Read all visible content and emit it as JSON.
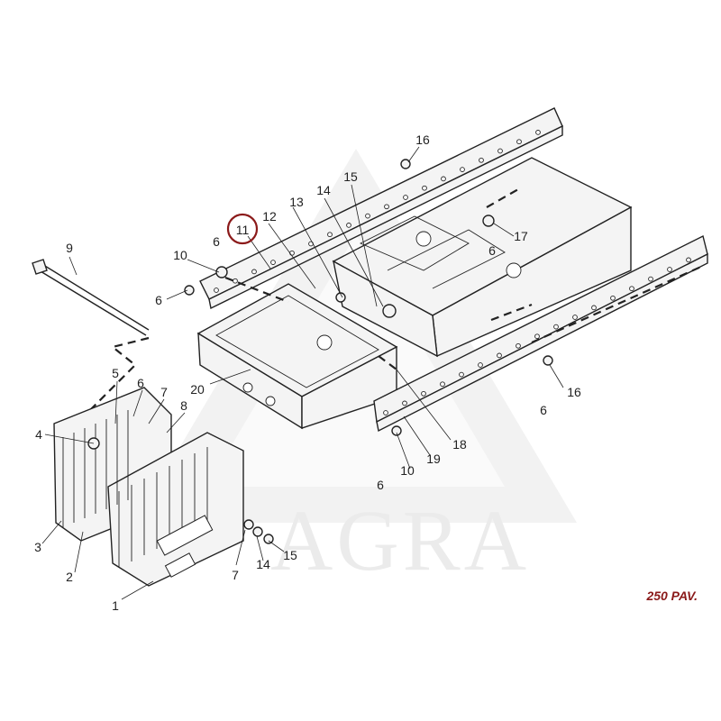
{
  "watermark": {
    "text": "AGRA",
    "logo": "agro-triangle-watermark"
  },
  "figure_ref": "250 PAV.",
  "highlight": {
    "part": "11",
    "color": "#8b1a1a"
  },
  "callouts": [
    "1",
    "2",
    "3",
    "4",
    "5",
    "6",
    "7",
    "8",
    "9",
    "10",
    "11",
    "12",
    "13",
    "14",
    "15",
    "16",
    "17",
    "18",
    "19",
    "20"
  ],
  "icons": {
    "weight-block": "cast-iron-ballast-weight",
    "frame": "tractor-front-frame"
  }
}
